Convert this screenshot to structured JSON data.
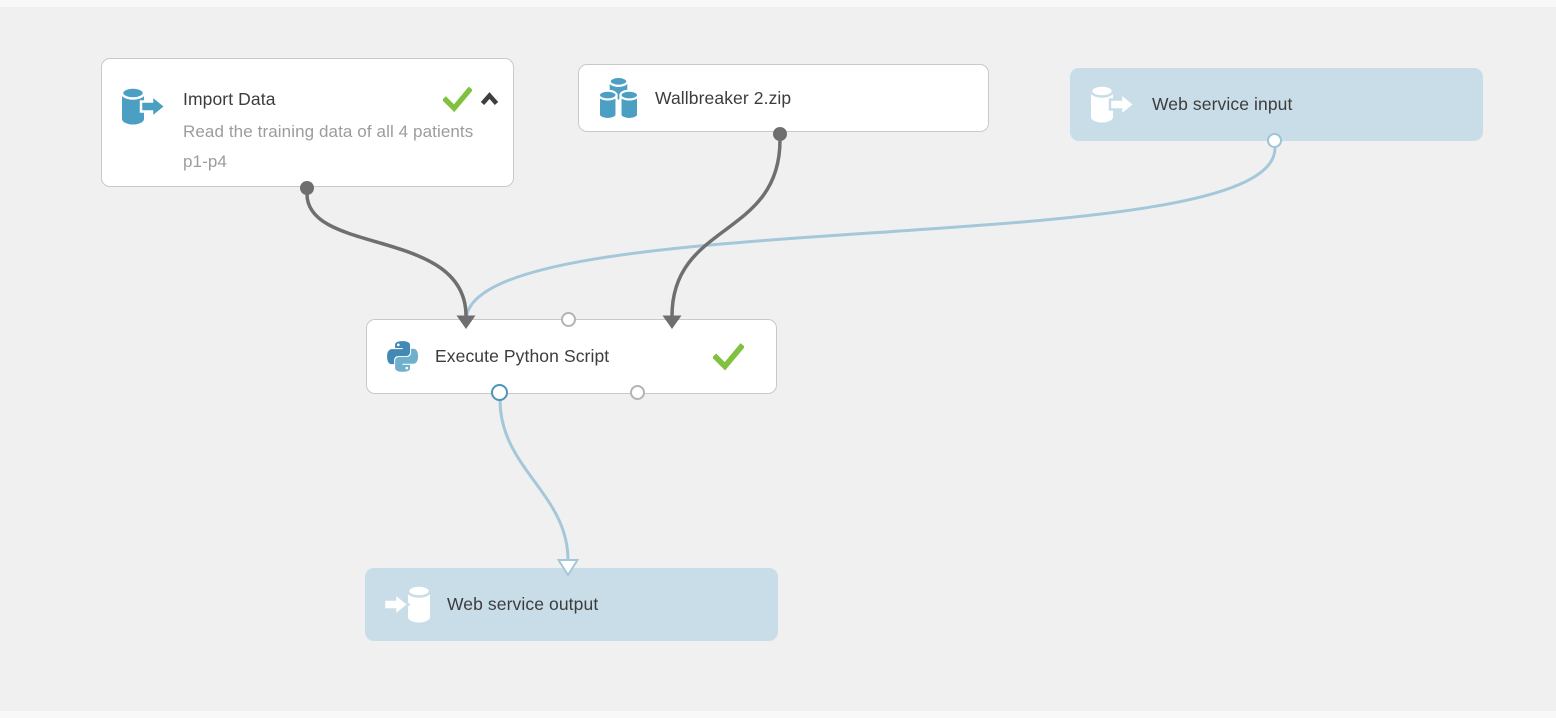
{
  "app": {
    "view": "experiment-canvas"
  },
  "theme": {
    "canvas_bg": "#f0f0f0",
    "node_bg": "#ffffff",
    "node_border": "#c9c9c9",
    "ws_bg": "#c9dde8",
    "icon_blue": "#4b9fc3",
    "py_dark": "#4389b5",
    "py_light": "#6fb0cd",
    "edge_gray": "#6f6f6f",
    "edge_blue": "#a4c8da",
    "port_dark": "#6e6e6e",
    "port_blue": "#4e94bc",
    "port_gray": "#b3b3b3",
    "success_green": "#80c140",
    "title_color": "#3c3c3c",
    "desc_color": "#9c9c9c"
  },
  "nodes": [
    {
      "id": "import-data",
      "title": "Import Data",
      "description": "Read the training data of all 4 patients p1-p4",
      "icon": "database-export-icon",
      "status": "completed",
      "collapsed": false
    },
    {
      "id": "wallbreaker-2-zip",
      "title": "Wallbreaker 2.zip",
      "icon": "dataset-icon"
    },
    {
      "id": "web-service-input",
      "title": "Web service input",
      "icon": "web-service-input-icon"
    },
    {
      "id": "execute-python-script",
      "title": "Execute Python Script",
      "icon": "python-icon",
      "status": "completed"
    },
    {
      "id": "web-service-output",
      "title": "Web service output",
      "icon": "web-service-output-icon"
    }
  ],
  "edges": [
    {
      "from": "import-data",
      "from_port": "output-1",
      "to": "execute-python-script",
      "to_port": "input-1",
      "style": "dataflow-dark"
    },
    {
      "from": "wallbreaker-2-zip",
      "from_port": "output-1",
      "to": "execute-python-script",
      "to_port": "input-3",
      "style": "dataflow-dark"
    },
    {
      "from": "web-service-input",
      "from_port": "output-1",
      "to": "execute-python-script",
      "to_port": "input-1",
      "style": "webservice-blue"
    },
    {
      "from": "execute-python-script",
      "from_port": "output-1",
      "to": "web-service-output",
      "to_port": "input-1",
      "style": "webservice-blue"
    }
  ]
}
